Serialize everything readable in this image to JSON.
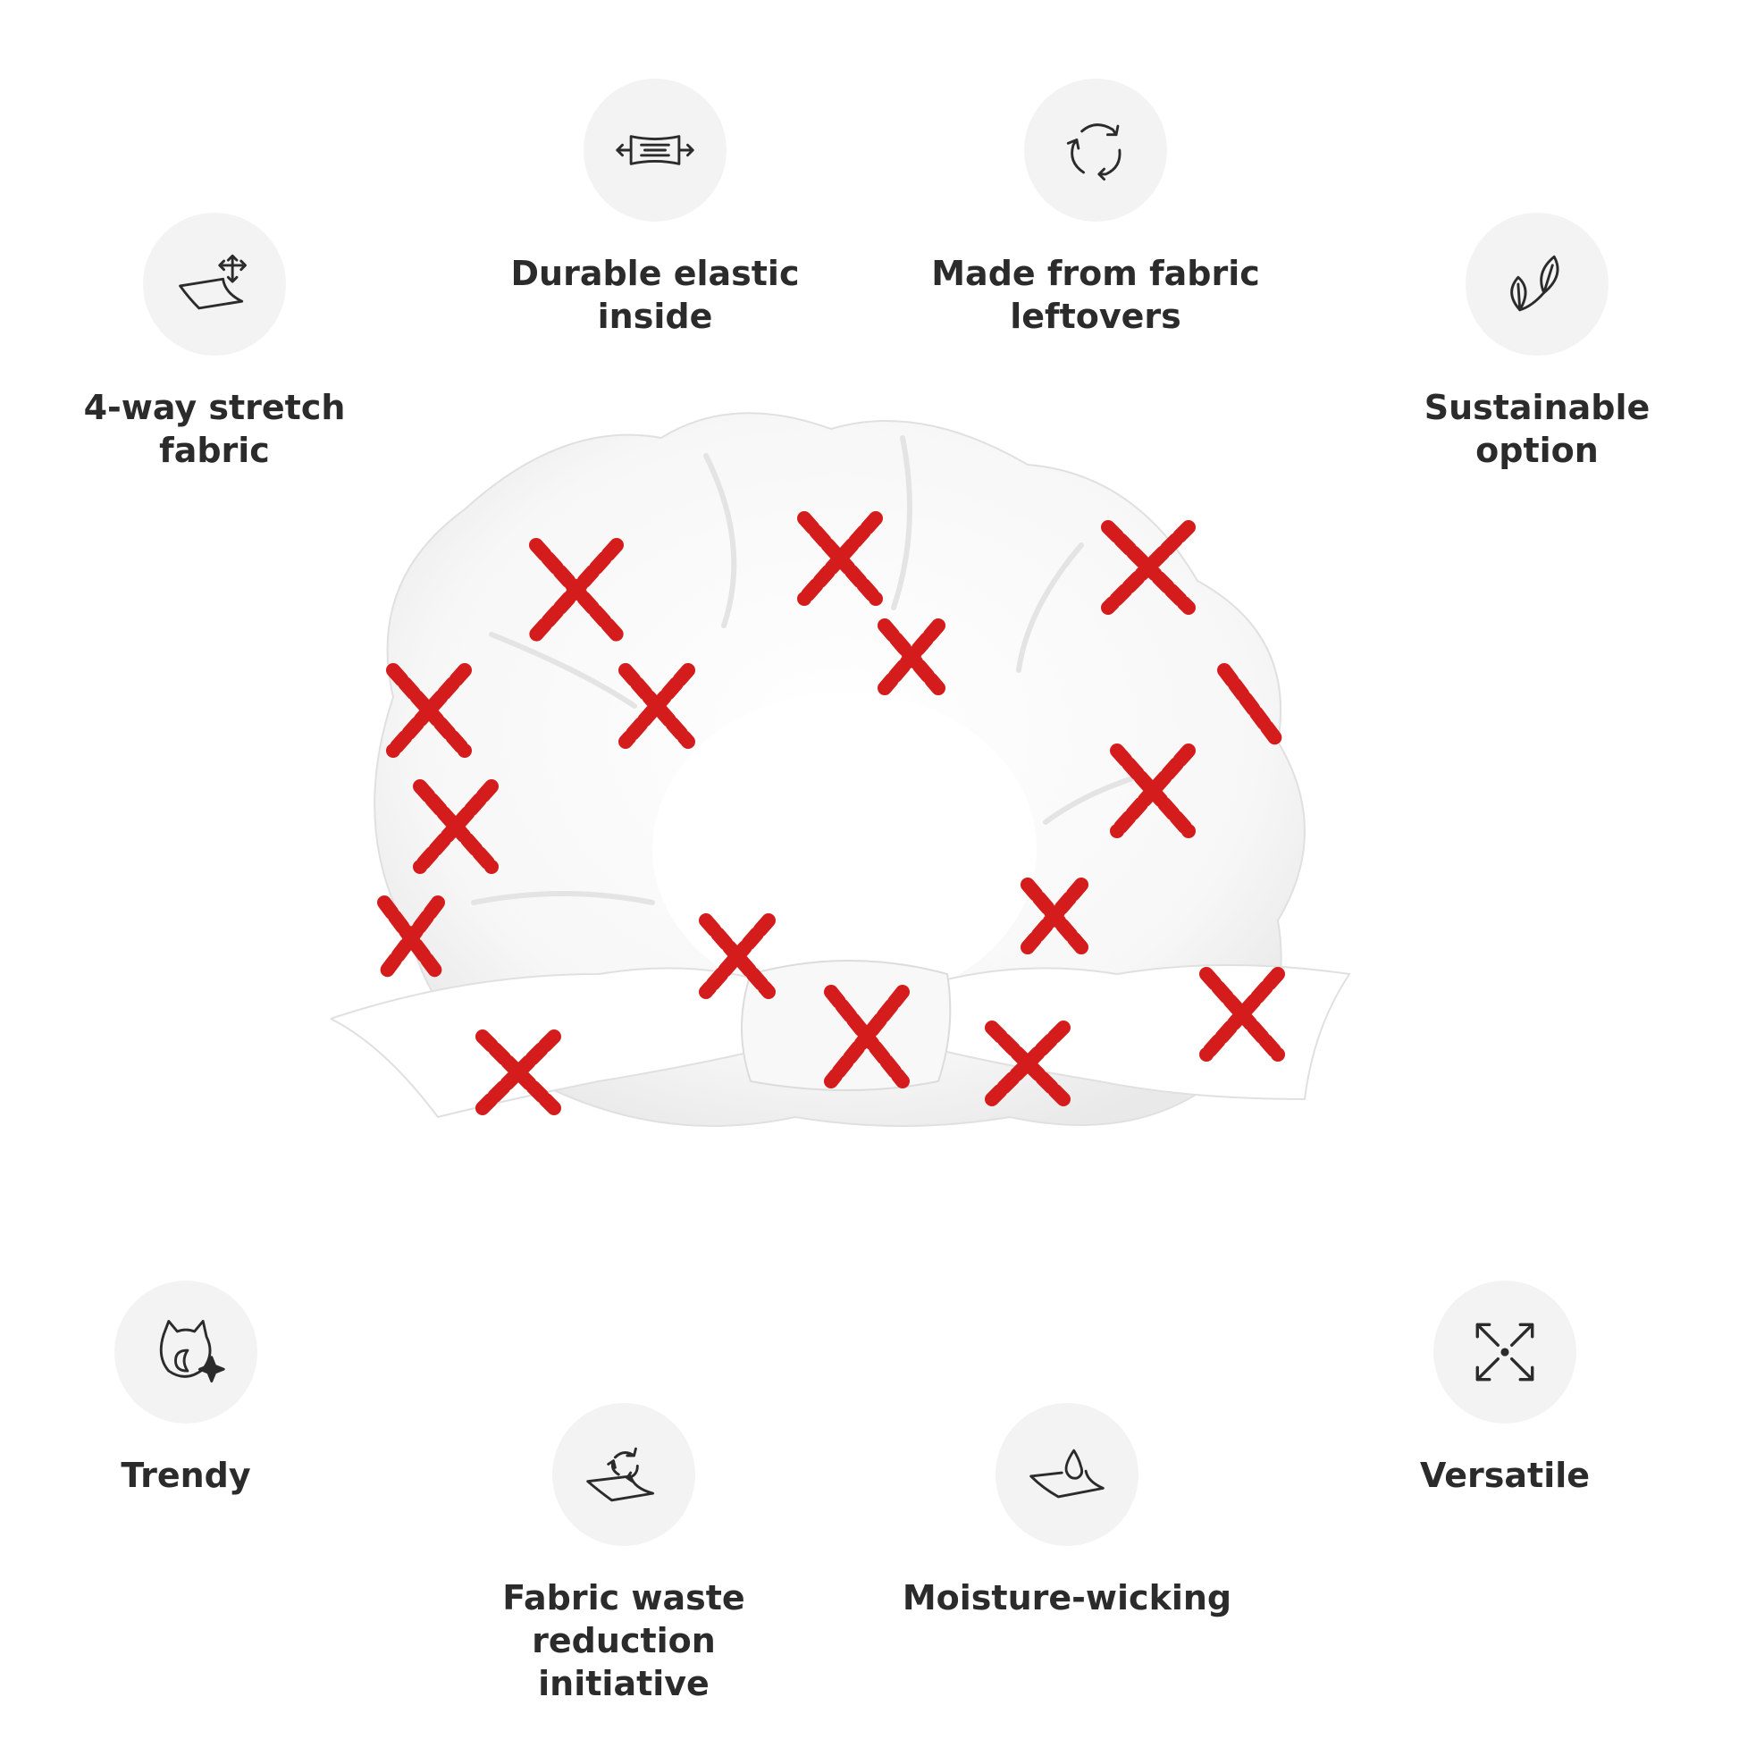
{
  "colors": {
    "icon_bg": "#f3f3f3",
    "icon_stroke": "#2b2b2b",
    "text": "#2b2b2b",
    "pattern_red": "#d51c1c",
    "fabric": "#ffffff"
  },
  "features": {
    "stretch": {
      "icon": "stretch-fabric-icon",
      "lines": [
        "4-way stretch",
        "fabric"
      ]
    },
    "elastic": {
      "icon": "elastic-icon",
      "lines": [
        "Durable elastic",
        "inside"
      ]
    },
    "leftovers": {
      "icon": "recycle-icon",
      "lines": [
        "Made from fabric",
        "leftovers"
      ]
    },
    "sustain": {
      "icon": "leaves-icon",
      "lines": [
        "Sustainable",
        "option"
      ]
    },
    "trendy": {
      "icon": "cat-sparkle-icon",
      "lines": [
        "Trendy"
      ]
    },
    "waste": {
      "icon": "fabric-recycle-icon",
      "lines": [
        "Fabric waste reduction",
        "initiative"
      ]
    },
    "moisture": {
      "icon": "water-drop-icon",
      "lines": [
        "Moisture-wicking"
      ]
    },
    "versatile": {
      "icon": "expand-arrows-icon",
      "lines": [
        "Versatile"
      ]
    }
  },
  "product": {
    "icon": "scrunchie-image"
  }
}
